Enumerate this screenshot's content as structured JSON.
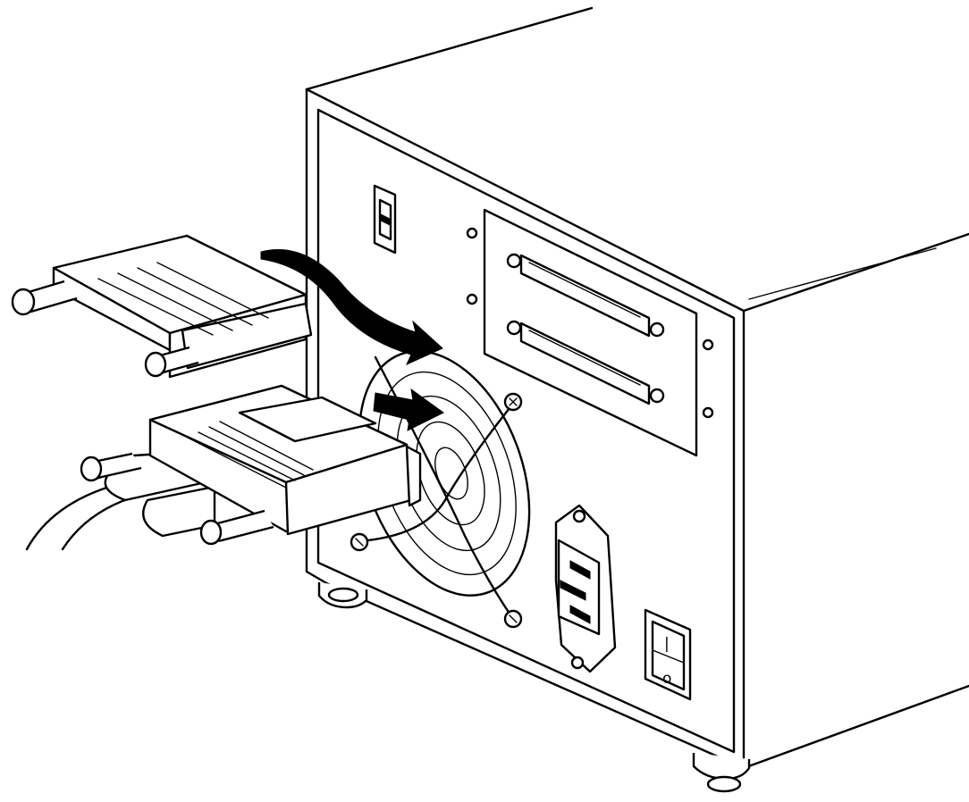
{
  "illustration": {
    "colors": {
      "line": "#000000",
      "background": "#ffffff"
    },
    "device": {
      "parts": [
        "enclosure",
        "rear-panel",
        "id-switch",
        "scsi-port-panel",
        "scsi-port-upper",
        "scsi-port-lower",
        "cooling-fan",
        "power-inlet",
        "power-switch",
        "feet"
      ],
      "power_switch": {
        "on_mark": "|",
        "off_mark": "o"
      }
    },
    "connectors": [
      "terminator-plug",
      "scsi-cable-connector"
    ],
    "arrows": 2
  }
}
